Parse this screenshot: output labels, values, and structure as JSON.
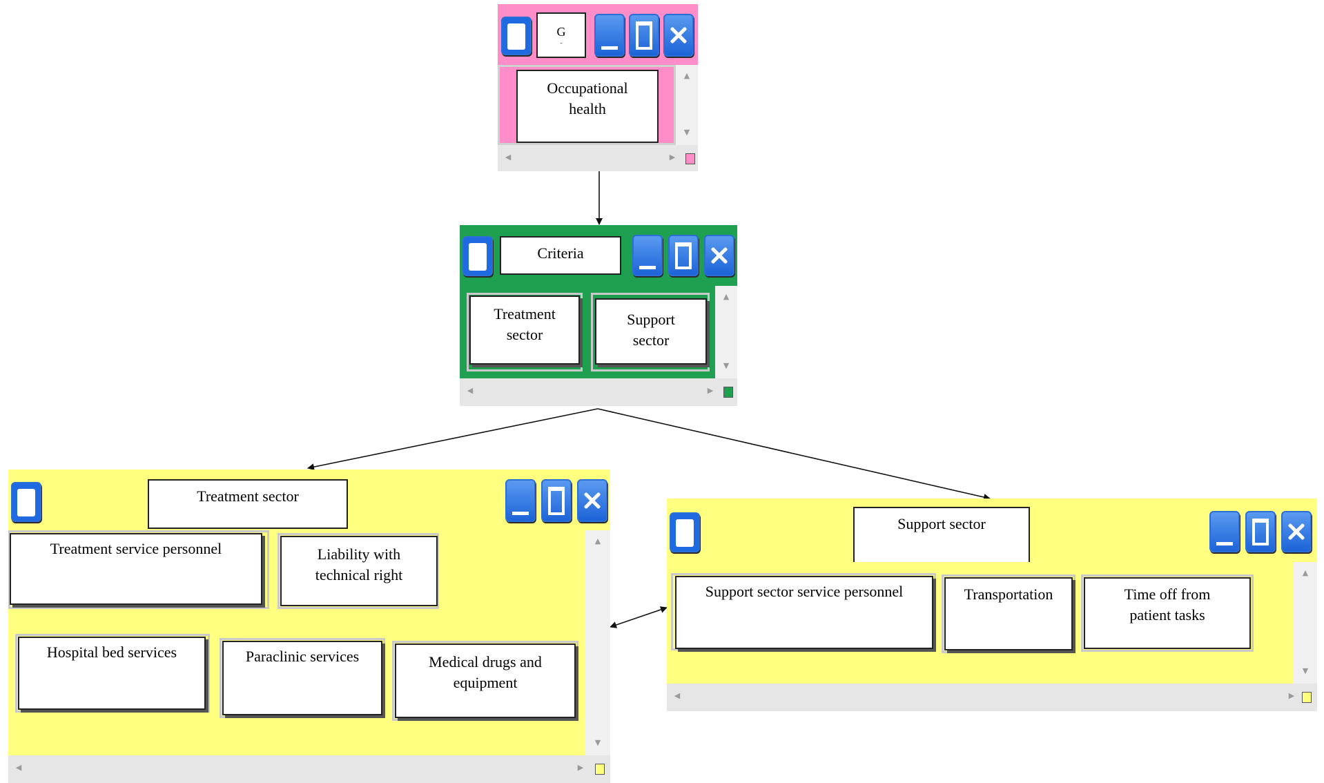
{
  "colors": {
    "pink": "#ff8ec8",
    "green": "#1fa050",
    "yellow": "#ffff80",
    "window_button": "#1f6ae0"
  },
  "windows": {
    "occupational": {
      "title": "G",
      "title_sub": "-",
      "nodes": [
        "Occupational health"
      ]
    },
    "criteria": {
      "title": "Criteria",
      "nodes": [
        "Treatment sector",
        "Support sector"
      ]
    },
    "treatment": {
      "title": "Treatment sector",
      "nodes": [
        "Treatment service personnel",
        "Liability with technical right",
        "Hospital bed services",
        "Paraclinic services",
        "Medical drugs and equipment"
      ]
    },
    "support": {
      "title": "Support sector",
      "nodes": [
        "Support sector service personnel",
        "Transportation",
        "Time off from patient tasks"
      ]
    }
  },
  "icons": {
    "window_icon": "window-icon",
    "minimize": "minimize-icon",
    "maximize": "maximize-icon",
    "close": "close-icon",
    "scroll_up": "▲",
    "scroll_down": "▼",
    "scroll_left": "◀",
    "scroll_right": "▶"
  }
}
